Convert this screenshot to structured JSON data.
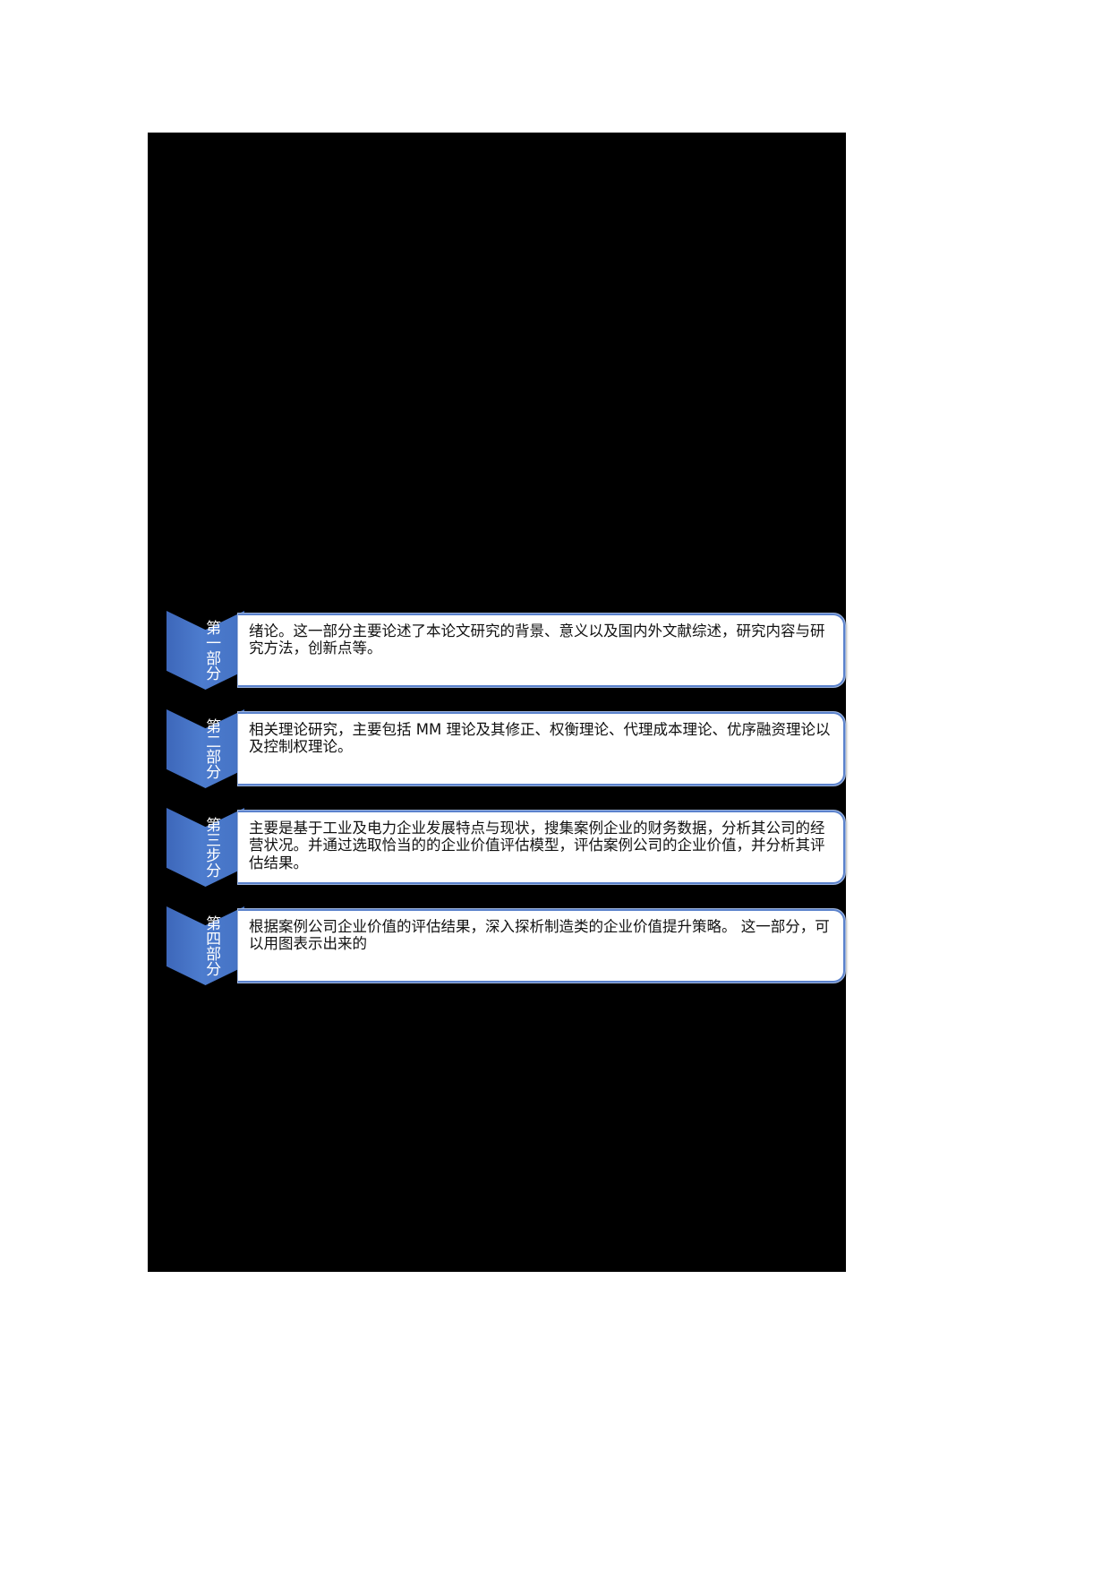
{
  "document": {
    "page_background": "#FFFFFF",
    "canvas_background": "#000000",
    "accent_color": "#4472C4",
    "box_border_color": "#5B82CC",
    "label_text_color": "#FFFFFF",
    "body_text_color": "#111111"
  },
  "process": {
    "rows": [
      {
        "label": "第一部分",
        "text": "绪论。这一部分主要论述了本论文研究的背景、意义以及国内外文献综述，研究内容与研究方法，创新点等。"
      },
      {
        "label": "第二部分",
        "text": "相关理论研究，主要包括 MM 理论及其修正、权衡理论、代理成本理论、优序融资理论以及控制权理论。"
      },
      {
        "label": "第三步分",
        "text": "主要是基于工业及电力企业发展特点与现状，搜集案例企业的财务数据，分析其公司的经营状况。并通过选取恰当的的企业价值评估模型，评估案例公司的企业价值，并分析其评估结果。"
      },
      {
        "label": "第四部分",
        "text": "根据案例公司企业价值的评估结果，深入探析制造类的企业价值提升策略。 这一部分，可以用图表示出来的"
      }
    ]
  }
}
